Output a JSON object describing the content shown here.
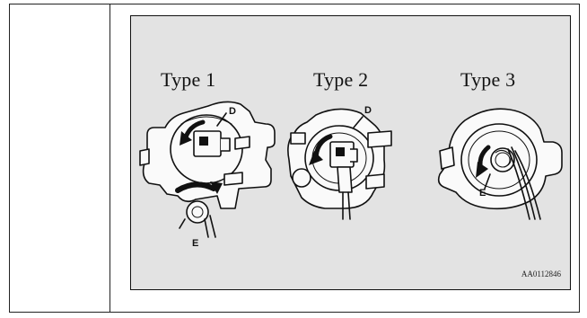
{
  "figure": {
    "panels": [
      {
        "label": "Type 1",
        "callouts": [
          "D",
          "E"
        ]
      },
      {
        "label": "Type 2",
        "callouts": [
          "D"
        ]
      },
      {
        "label": "Type 3",
        "callouts": [
          "E"
        ]
      }
    ],
    "figure_code": "AA0112846"
  }
}
